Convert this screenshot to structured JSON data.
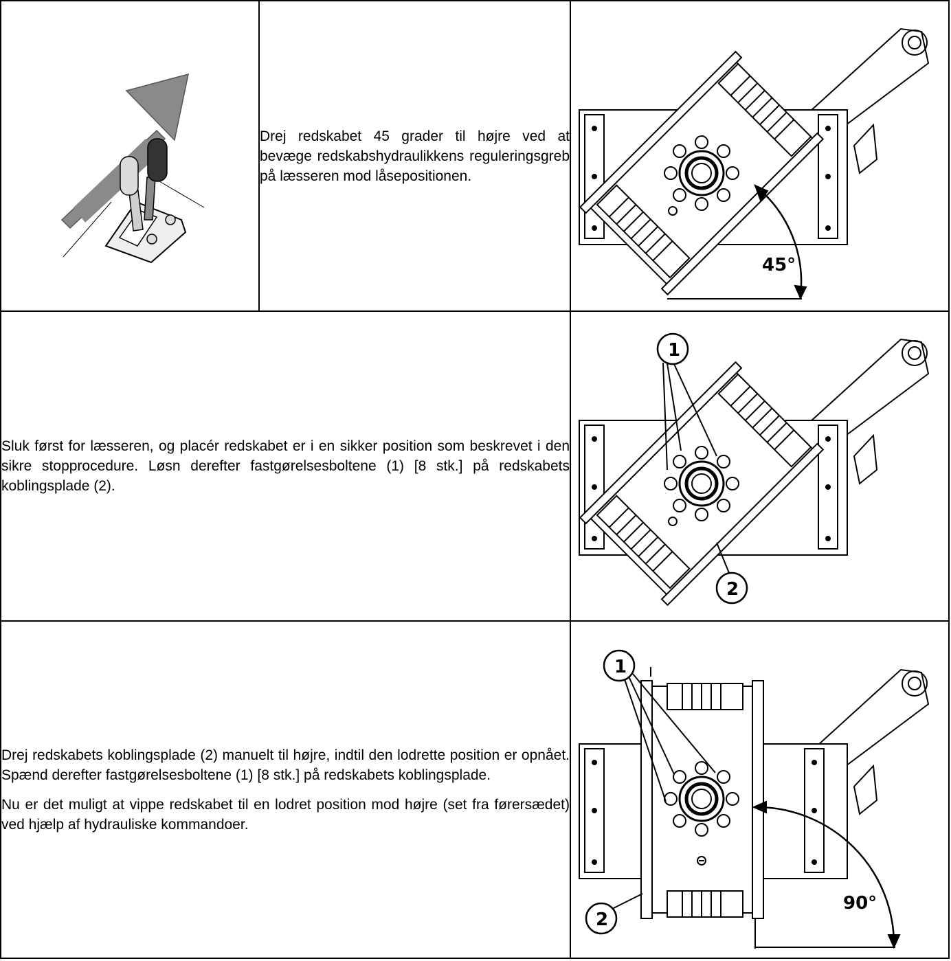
{
  "rows": [
    {
      "text": "Drej redskabet 45 grader til højre ved at bevæge redskabshydraulikkens reguleringsgreb på læsseren mod låsepositionen.",
      "figure": {
        "angle_label": "45°",
        "icons": [
          "arrow-up-right-icon",
          "joystick-lever-icon"
        ]
      }
    },
    {
      "text": "Sluk først for læsseren, og placér redskabet er i en sikker position som beskrevet i den sikre stopprocedure. Løsn derefter fastgørelsesboltene (1) [8 stk.] på redskabets koblingsplade (2).",
      "figure": {
        "callout_1": "1",
        "callout_2": "2"
      }
    },
    {
      "text_1": "Drej redskabets koblingsplade (2) manuelt til højre, indtil den lodrette position er opnået. Spænd derefter fastgørelsesboltene (1) [8 stk.] på redskabets koblingsplade.",
      "text_2": "Nu er det muligt at vippe redskabet til en lodret position mod højre (set fra førersædet) ved hjælp af hydrauliske kommandoer.",
      "figure": {
        "callout_1": "1",
        "callout_2": "2",
        "angle_label": "90°"
      }
    }
  ]
}
